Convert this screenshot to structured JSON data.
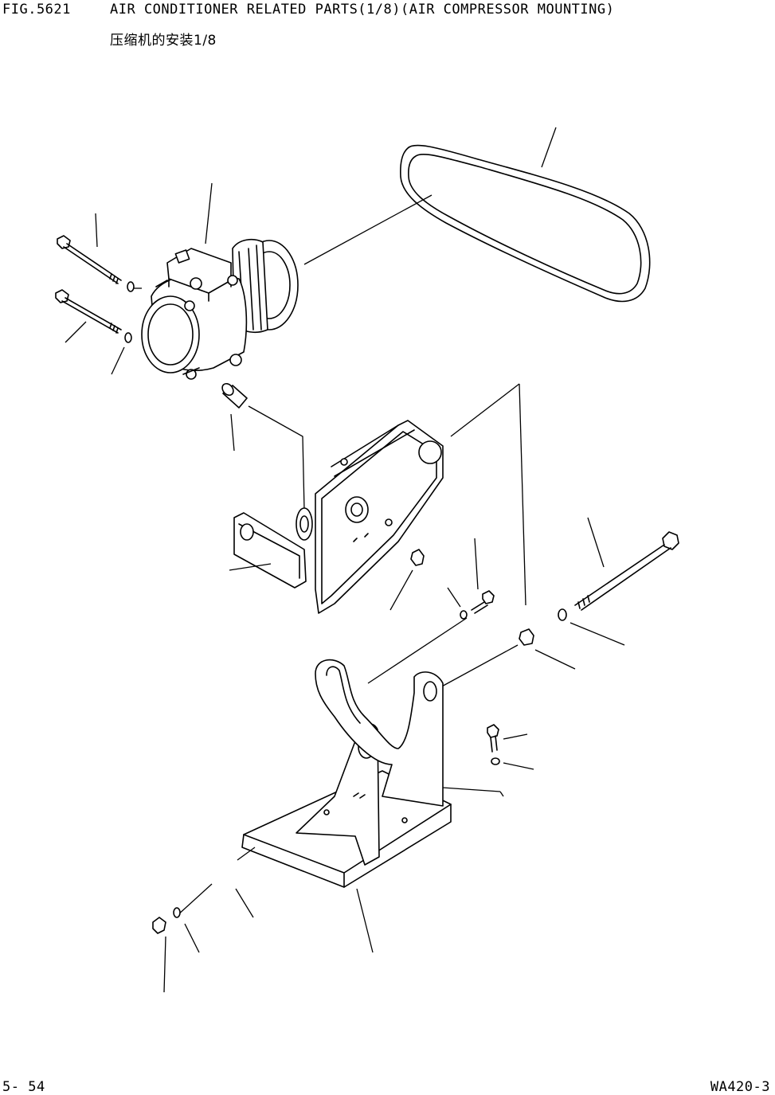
{
  "header": {
    "figure_number": "FIG.5621",
    "title": "AIR CONDITIONER RELATED PARTS(1/8)(AIR COMPRESSOR MOUNTING)",
    "subtitle": "压缩机的安装1/8"
  },
  "footer": {
    "page_number": "5- 54",
    "model": "WA420-3"
  },
  "parts": [
    {
      "name": "air-compressor"
    },
    {
      "name": "v-belt"
    },
    {
      "name": "compressor-bolt-upper"
    },
    {
      "name": "compressor-bolt-lower"
    },
    {
      "name": "spring-washer"
    },
    {
      "name": "spacer-collar"
    },
    {
      "name": "compressor-bracket"
    },
    {
      "name": "adjust-plate"
    },
    {
      "name": "nut"
    },
    {
      "name": "pivot-bolt"
    },
    {
      "name": "mounting-base-bracket"
    },
    {
      "name": "small-bolt"
    }
  ]
}
